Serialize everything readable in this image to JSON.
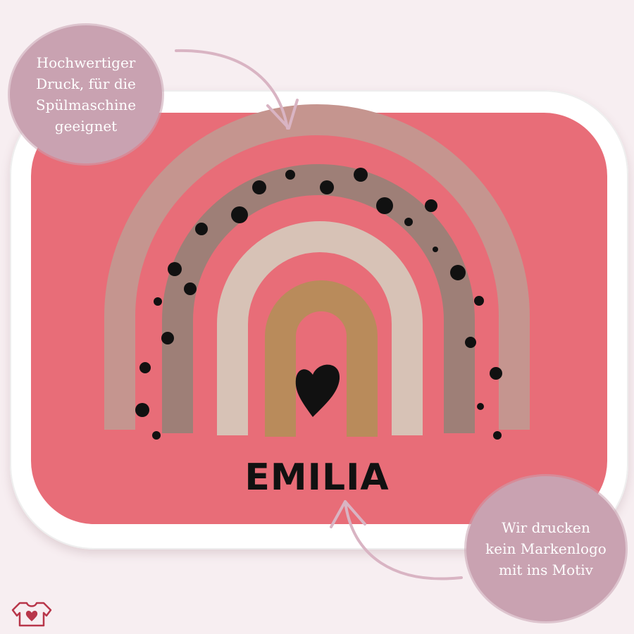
{
  "product": {
    "name_print": "EMILIA"
  },
  "callouts": {
    "top": {
      "lines": [
        "Hochwertiger",
        "Druck, für die",
        "Spülmaschine",
        "geeignet"
      ]
    },
    "bottom": {
      "lines": [
        "Wir drucken",
        "kein Markenlogo",
        "mit ins Motiv"
      ]
    }
  },
  "colors": {
    "background": "#f7eef1",
    "lid_rim": "#ffffff",
    "lid_face": "#e86d78",
    "arc_outer": "#c5958f",
    "arc_second": "#9e7f77",
    "arc_third": "#d7c2b6",
    "arc_inner": "#b98b5b",
    "dots": "#111111",
    "bubble": "#c9a2b1",
    "brand_icon": "#b8364a"
  },
  "icons": {
    "heart": "heart-icon",
    "brand": "shirt-heart-logo-icon"
  }
}
